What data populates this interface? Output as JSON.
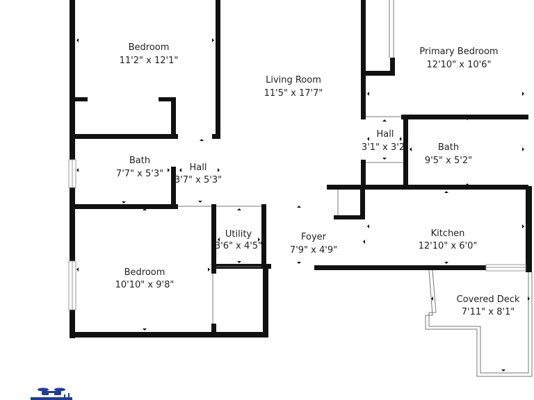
{
  "rooms": {
    "bedroom_top": {
      "name": "Bedroom",
      "dims": "11'2\" x 12'1\""
    },
    "living_room": {
      "name": "Living Room",
      "dims": "11'5\" x 17'7\""
    },
    "primary_bed": {
      "name": "Primary Bedroom",
      "dims": "12'10\" x 10'6\""
    },
    "hall_right": {
      "name": "Hall",
      "dims": "3'1\" x 3'2\""
    },
    "bath_right": {
      "name": "Bath",
      "dims": "9'5\" x 5'2\""
    },
    "bath_left": {
      "name": "Bath",
      "dims": "7'7\" x 5'3\""
    },
    "hall_left": {
      "name": "Hall",
      "dims": "3'7\" x 5'3\""
    },
    "utility": {
      "name": "Utility",
      "dims": "3'6\" x 4'5\""
    },
    "foyer": {
      "name": "Foyer",
      "dims": "7'9\" x 4'9\""
    },
    "kitchen": {
      "name": "Kitchen",
      "dims": "12'10\" x 6'0\""
    },
    "bedroom_bottom": {
      "name": "Bedroom",
      "dims": "10'10\" x 9'8\""
    },
    "covered_deck": {
      "name": "Covered Deck",
      "dims": "7'11\" x 8'1\""
    }
  },
  "colors": {
    "wall": "#111111",
    "window": "#9a9a9a",
    "logo": "#1f3c9a"
  },
  "icons": {
    "logo": "drone-logo-icon"
  }
}
